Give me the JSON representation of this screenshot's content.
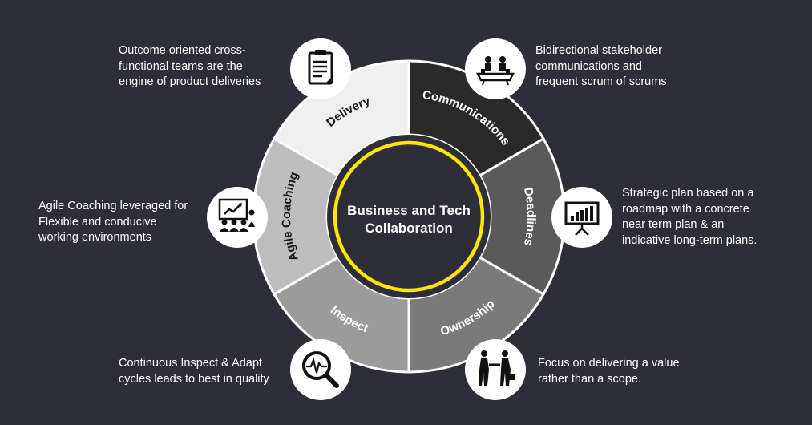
{
  "center": {
    "line1": "Business and Tech",
    "line2": "Collaboration"
  },
  "segments": [
    {
      "label": "Delivery",
      "fill": "#efefef",
      "text_color": "#1a1a1a"
    },
    {
      "label": "Communications",
      "fill": "#2a2a2a",
      "text_color": "#ffffff"
    },
    {
      "label": "Deadlines",
      "fill": "#5a5a5a",
      "text_color": "#ffffff"
    },
    {
      "label": "Ownership",
      "fill": "#7a7a7a",
      "text_color": "#ffffff"
    },
    {
      "label": "Inspect",
      "fill": "#9b9b9b",
      "text_color": "#ffffff"
    },
    {
      "label": "Agile Coaching",
      "fill": "#bdbdbd",
      "text_color": "#1a1a1a"
    }
  ],
  "descriptions": {
    "delivery": [
      "Outcome oriented cross-",
      "functional teams are the",
      "engine of product deliveries"
    ],
    "communications": [
      "Bidirectional stakeholder",
      "communications and",
      "frequent scrum of scrums"
    ],
    "deadlines": [
      "Strategic plan based on a",
      "roadmap with a concrete",
      "near term plan & an",
      "indicative long-term plans."
    ],
    "ownership": [
      "Focus on delivering a value",
      "rather than a scope."
    ],
    "inspect": [
      "Continuous Inspect & Adapt",
      "cycles leads to best in quality"
    ],
    "agile_coaching": [
      "Agile Coaching leveraged for",
      "Flexible and conducive",
      "working environments"
    ]
  },
  "icons": {
    "delivery": "clipboard-icon",
    "communications": "meeting-table-icon",
    "deadlines": "presentation-chart-icon",
    "ownership": "handshake-icon",
    "inspect": "magnifier-heartbeat-icon",
    "agile_coaching": "coaching-board-icon"
  },
  "colors": {
    "background": "#2e2e38",
    "accent_ring": "#ffe600",
    "ring_border": "#ffffff"
  }
}
